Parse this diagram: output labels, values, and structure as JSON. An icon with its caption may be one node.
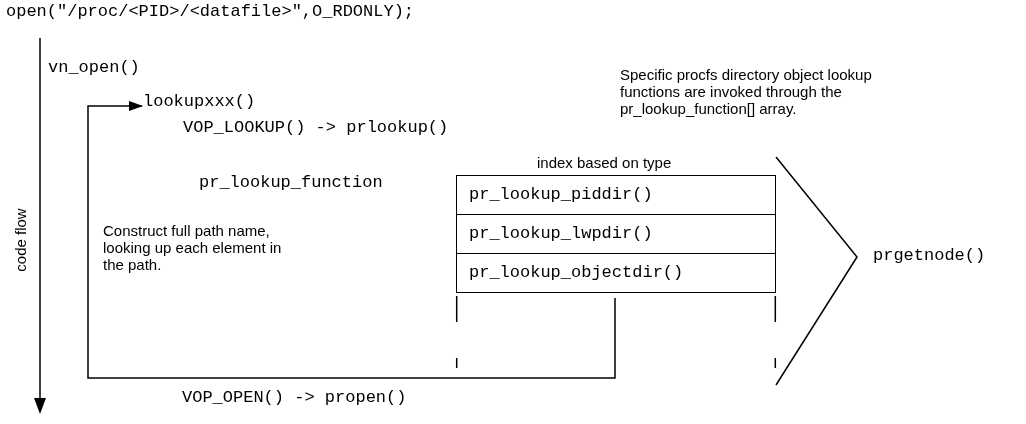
{
  "diagram": {
    "nodes": [
      {
        "text": [
          "lookupxxx()"
        ]
      },
      {
        "text": [
          "index based on type"
        ]
      },
      {
        "text": [
          "pr_lookup_piddir()"
        ],
        "in": 1
      },
      {
        "text": [
          "pr_lookup_lwpdir()"
        ],
        "in": 1
      },
      {
        "text": [
          "pr_lookup_objectdir()"
        ],
        "in": 1
      }
    ],
    "edges": [
      {
        "from": 4,
        "to": 0,
        "arrow": "to"
      }
    ],
    "labels": [
      "open(\"/proc/<PID>/<datafile>\",O_RDONLY);",
      "Specific procfs directory object lookup functions are invoked through the pr_lookup_function[] array.",
      "vn_open()",
      "VOP_LOOKUP() -> prlookup()",
      "pr_lookup_function",
      "code flow",
      "Construct full path name, looking up each element in the path.",
      "prgetnode()",
      "VOP_OPEN() -> propen()"
    ]
  }
}
